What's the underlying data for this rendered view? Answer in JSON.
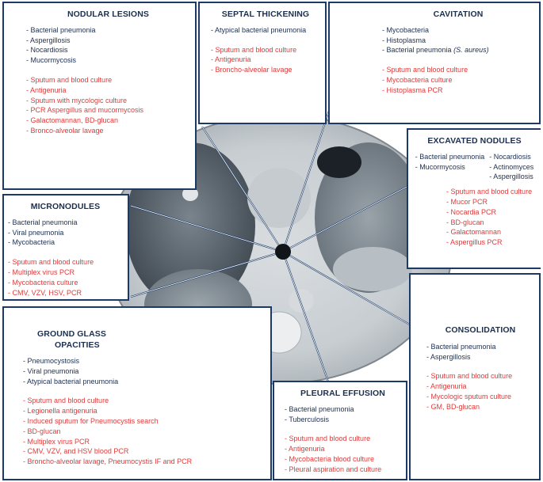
{
  "nodular": {
    "title": "NODULAR LESIONS",
    "organisms": [
      "Bacterial pneumonia",
      "Aspergillosis",
      "Nocardiosis",
      "Mucormycosis"
    ],
    "tests": [
      "Sputum and blood culture",
      "Antigenuria",
      "Sputum with mycologic culture",
      "PCR Aspergillus and mucormycosis",
      "Galactomannan, BD-glucan",
      "Bronco-alveolar lavage"
    ]
  },
  "septal": {
    "title": "SEPTAL THICKENING",
    "organisms": [
      "Atypical bacterial pneumonia"
    ],
    "tests": [
      "Sputum and blood culture",
      "Antigenuria",
      "Broncho-alveolar lavage"
    ]
  },
  "cavitation": {
    "title": "CAVITATION",
    "organisms": [
      "Mycobacteria",
      "Histoplasma"
    ],
    "organism_last": "Bacterial pneumonia",
    "organism_last_note": "(S. aureus)",
    "tests": [
      "Sputum and blood culture",
      "Mycobacteria culture",
      "Histoplasma PCR"
    ]
  },
  "excavated": {
    "title": "EXCAVATED NODULES",
    "organisms_left": [
      "Bacterial pneumonia",
      "Mucormycosis"
    ],
    "organisms_right": [
      "Nocardiosis",
      "Actinomyces",
      "Aspergillosis"
    ],
    "tests": [
      "Sputum and blood culture",
      "Mucor PCR",
      "Nocardia PCR",
      "BD-glucan",
      "Galactomannan",
      "Aspergillus PCR"
    ]
  },
  "micronodules": {
    "title": "MICRONODULES",
    "organisms": [
      "Bacterial pneumonia",
      "Viral pneumonia",
      "Mycobacteria"
    ],
    "tests": [
      "Sputum and blood culture",
      "Multiplex virus PCR",
      "Mycobacteria culture",
      "CMV, VZV, HSV, PCR"
    ]
  },
  "ggo": {
    "title_line1": "GROUND GLASS",
    "title_line2": "OPACITIES",
    "organisms": [
      "Pneumocystosis",
      "Viral pneumonia",
      "Atypical bacterial pneumonia"
    ],
    "tests": [
      "Sputum and blood culture",
      "Legionella antigenuria",
      "Induced sputum for Pneumocystis search",
      "BD-glucan",
      "Multiplex virus PCR",
      "CMV, VZV, and HSV blood PCR",
      "Broncho-alveolar lavage, Pneumocystis IF and PCR"
    ]
  },
  "pleural": {
    "title": "PLEURAL EFFUSION",
    "organisms": [
      "Bacterial pneumonia",
      "Tuberculosis"
    ],
    "tests": [
      "Sputum and blood culture",
      "Antigenuria",
      "Mycobacteria blood culture",
      "Pleural aspiration and culture"
    ]
  },
  "consolidation": {
    "title": "CONSOLIDATION",
    "organisms": [
      "Bacterial pneumonia",
      "Aspergillosis"
    ],
    "tests": [
      "Sputum and blood culture",
      "Antigenuria",
      "Mycologic sputum culture",
      "GM, BD-glucan"
    ]
  },
  "colors": {
    "border": "#1d3a66",
    "text": "#1d2f4f",
    "test": "#e03a3a"
  }
}
